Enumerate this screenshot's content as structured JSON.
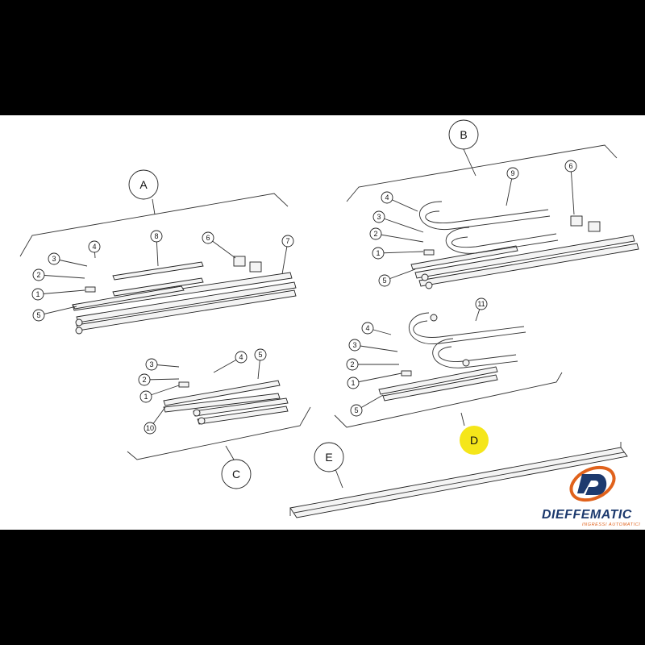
{
  "groups": {
    "A": {
      "label": "A",
      "parts": [
        "4",
        "3",
        "2",
        "1",
        "5",
        "8",
        "6",
        "7"
      ]
    },
    "B": {
      "label": "B",
      "parts": [
        "4",
        "3",
        "2",
        "1",
        "5",
        "9",
        "6"
      ]
    },
    "C": {
      "label": "C",
      "parts": [
        "3",
        "2",
        "1",
        "10",
        "4",
        "5"
      ]
    },
    "D": {
      "label": "D",
      "parts": [
        "4",
        "3",
        "2",
        "1",
        "5",
        "11"
      ],
      "highlight_color": "#f5e61a"
    },
    "E": {
      "label": "E"
    }
  },
  "logo": {
    "name": "DIEFFEMATIC",
    "tagline": "INGRESSI AUTOMATICI",
    "colors": {
      "blue": "#1d3a6e",
      "orange": "#e0621c"
    }
  }
}
